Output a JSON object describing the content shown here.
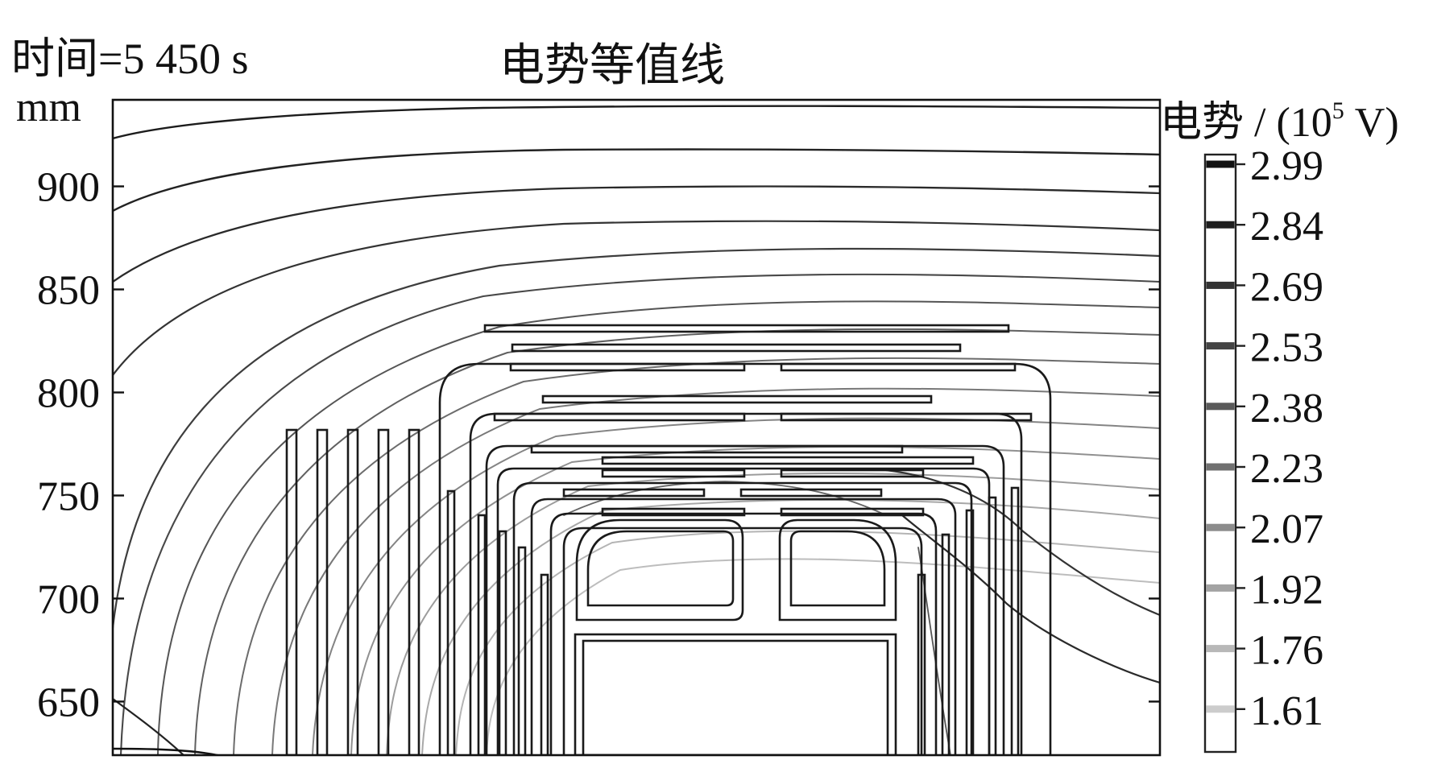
{
  "chart_data": {
    "type": "contour",
    "title": "电势等值线",
    "time_label": "时间=5 450 s",
    "ylabel": "mm",
    "y_ticks": [
      650,
      700,
      750,
      800,
      850,
      900
    ],
    "ylim": [
      624,
      942
    ],
    "legend_title_prefix": "电势 / (10",
    "legend_exponent": "5",
    "legend_unit": " V)",
    "contour_levels": [
      2.99,
      2.84,
      2.69,
      2.53,
      2.38,
      2.23,
      2.07,
      1.92,
      1.76,
      1.61
    ],
    "level_colors": [
      "#111111",
      "#1e1e1e",
      "#333333",
      "#444444",
      "#5a5a5a",
      "#707070",
      "#8c8c8c",
      "#a3a3a3",
      "#b8b8b8",
      "#cccccc"
    ]
  }
}
